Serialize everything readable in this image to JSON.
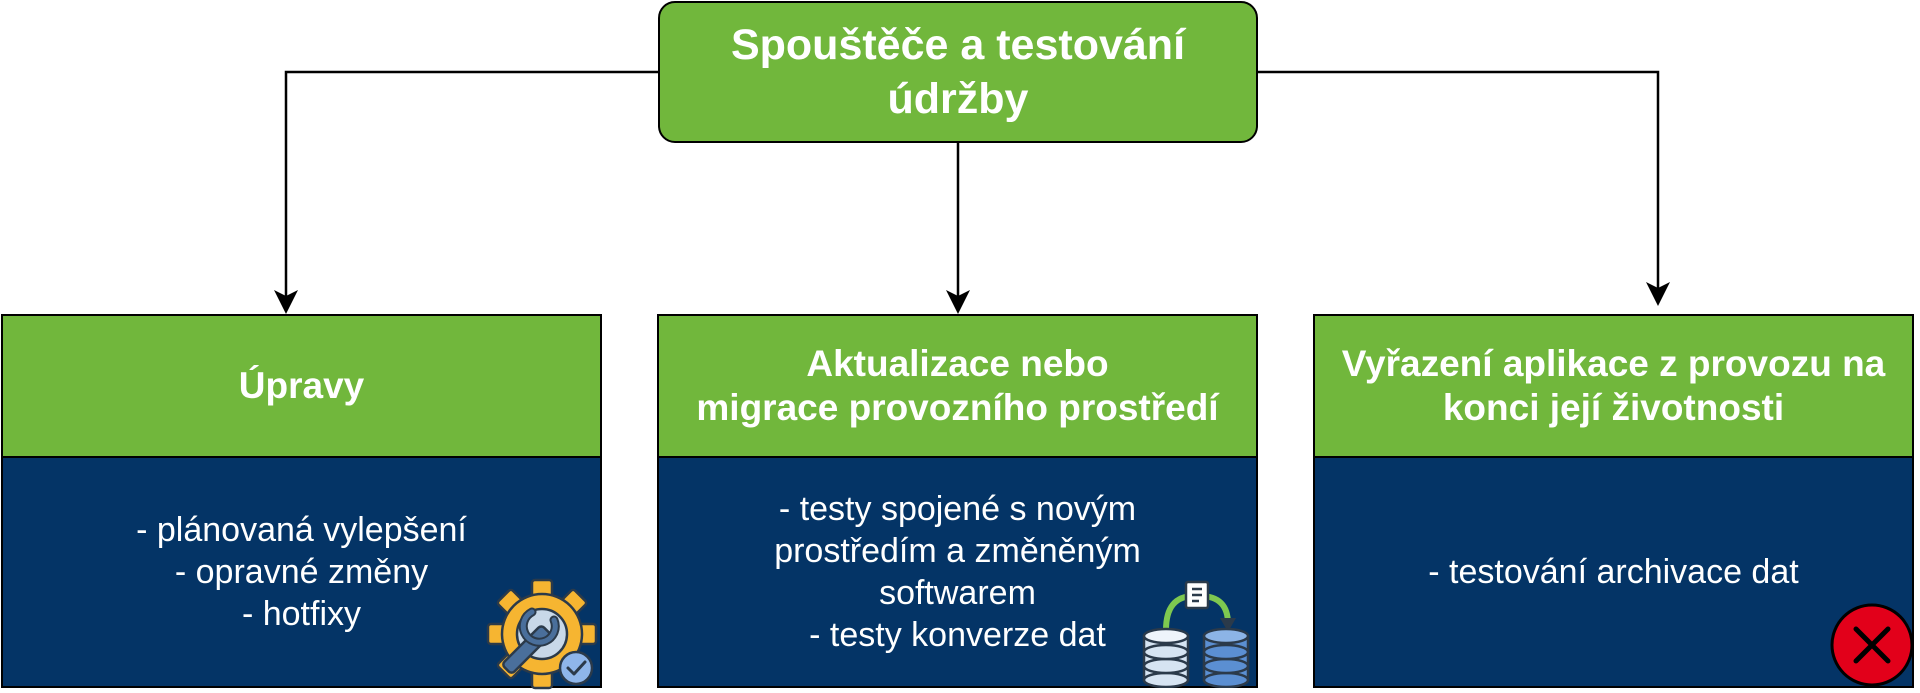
{
  "root": {
    "title": "Spouštěče a testování údržby"
  },
  "branches": [
    {
      "title": "Úpravy",
      "body": "- plánovaná vylepšení\n- opravné změny\n- hotfixy",
      "icon": "gear-wrench-icon"
    },
    {
      "title": "Aktualizace nebo\nmigrace provozního prostředí",
      "body": "- testy spojené s novým\nprostředím a změněným\nsoftwarem\n- testy konverze dat",
      "icon": "database-migration-icon"
    },
    {
      "title": "Vyřazení aplikace z provozu na\nkonci její životnosti",
      "body": "- testování archivace dat",
      "icon": "close-circle-icon"
    }
  ],
  "colors": {
    "header_green": "#71b73c",
    "body_navy": "#043466",
    "stroke": "#000000",
    "error_red": "#e2001a"
  }
}
